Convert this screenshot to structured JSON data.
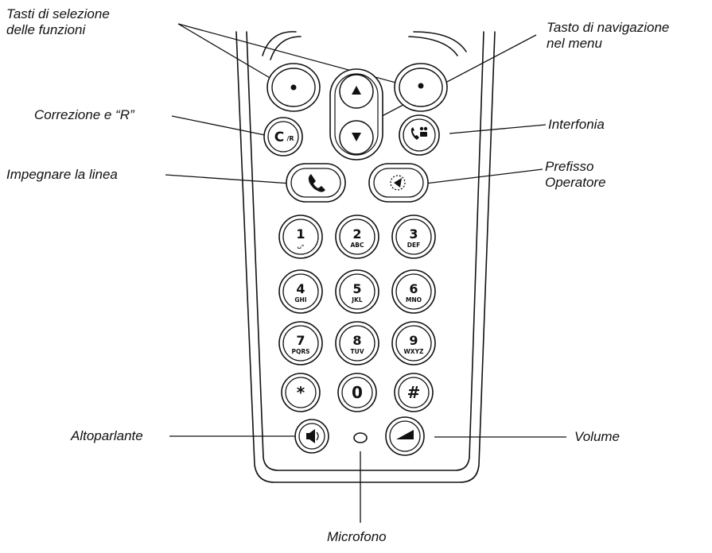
{
  "labels": {
    "function_keys": [
      "Tasti di selezione",
      "delle funzioni"
    ],
    "menu_navigation": [
      "Tasto di navigazione",
      "nel menu"
    ],
    "correction_r": "Correzione e “R”",
    "intercom": "Interfonia",
    "line": "Impegnare la linea",
    "operator_prefix": [
      "Prefisso",
      "Operatore"
    ],
    "speaker": "Altoparlante",
    "volume": "Volume",
    "microphone": "Microfono"
  },
  "keypad": [
    {
      "digit": "1",
      "letters": "␣–"
    },
    {
      "digit": "2",
      "letters": "ABC"
    },
    {
      "digit": "3",
      "letters": "DEF"
    },
    {
      "digit": "4",
      "letters": "GHI"
    },
    {
      "digit": "5",
      "letters": "JKL"
    },
    {
      "digit": "6",
      "letters": "MNO"
    },
    {
      "digit": "7",
      "letters": "PQRS"
    },
    {
      "digit": "8",
      "letters": "TUV"
    },
    {
      "digit": "9",
      "letters": "WXYZ"
    },
    {
      "digit": "*",
      "letters": ""
    },
    {
      "digit": "0",
      "letters": ""
    },
    {
      "digit": "#",
      "letters": ""
    }
  ],
  "clear_key": {
    "symbol": "C",
    "suffix": "/R"
  },
  "icons": {
    "soft_keys": "dot-icon",
    "nav_up": "triangle-up-icon",
    "nav_down": "triangle-down-icon",
    "clear": "clear-r-icon",
    "intercom": "intercom-icon",
    "call": "phone-handset-icon",
    "prefix": "operator-prefix-icon",
    "speaker": "speaker-icon",
    "volume": "volume-icon",
    "microphone": "microphone-icon"
  }
}
